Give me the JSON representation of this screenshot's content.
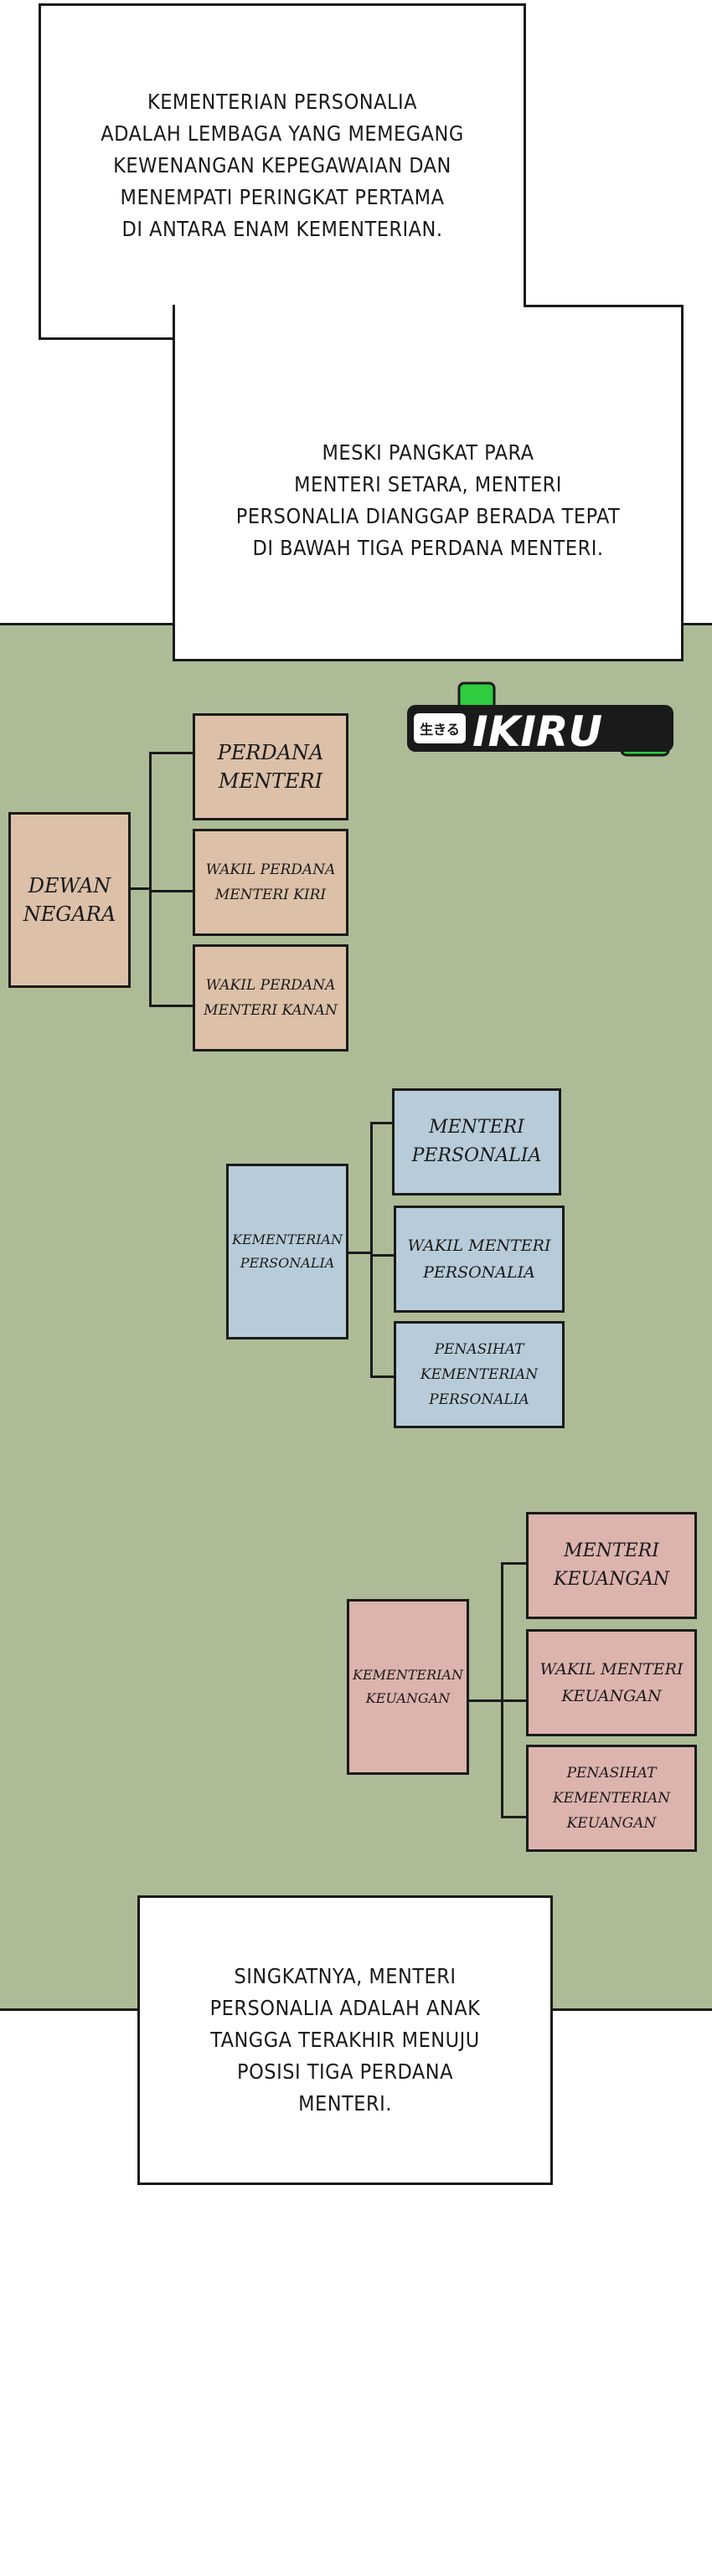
{
  "captions": {
    "top_1": "KEMENTERIAN PERSONALIA\nADALAH LEMBAGA YANG MEMEGANG\nKEWENANGAN KEPEGAWAIAN DAN\nMENEMPATI PERINGKAT PERTAMA\nDI ANTARA ENAM KEMENTERIAN.",
    "top_2": "MESKI PANGKAT PARA\nMENTERI SETARA, MENTERI\nPERSONALIA DIANGGAP BERADA TEPAT\nDI BAWAH TIGA PERDANA MENTERI.",
    "bottom": "SINGKATNYA, MENTERI\nPERSONALIA ADALAH ANAK\nTANGGA TERAKHIR MENUJU\nPOSISI TIGA PERDANA\nMENTERI."
  },
  "logo": {
    "prefix": "生きる",
    "name": "IKIRU"
  },
  "colors": {
    "panel": "#adbc96",
    "tan": "#dcc0a8",
    "blue": "#b7ccd8",
    "pink": "#dcb3ad",
    "logo_green": "#2ecc3e"
  },
  "org_charts": {
    "state_council": {
      "root": "DEWAN\nNEGARA",
      "children": [
        "PERDANA\nMENTERI",
        "WAKIL PERDANA\nMENTERI KIRI",
        "WAKIL PERDANA\nMENTERI KANAN"
      ]
    },
    "personnel": {
      "root": "KEMENTERIAN\nPERSONALIA",
      "children": [
        "MENTERI\nPERSONALIA",
        "WAKIL MENTERI\nPERSONALIA",
        "PENASIHAT\nKEMENTERIAN\nPERSONALIA"
      ]
    },
    "finance": {
      "root": "KEMENTERIAN\nKEUANGAN",
      "children": [
        "MENTERI\nKEUANGAN",
        "WAKIL MENTERI\nKEUANGAN",
        "PENASIHAT\nKEMENTERIAN\nKEUANGAN"
      ]
    }
  }
}
